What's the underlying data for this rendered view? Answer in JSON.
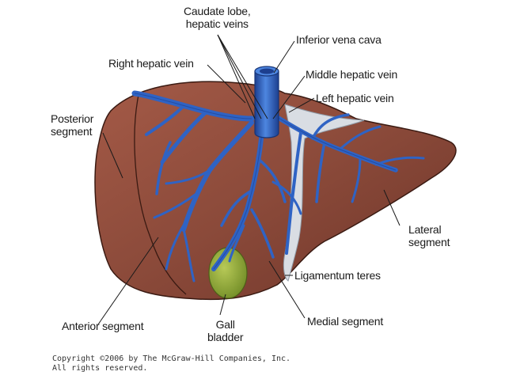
{
  "labels": {
    "caudate_lobe_line1": "Caudate lobe,",
    "caudate_lobe_line2": "hepatic veins",
    "inferior_vena_cava": "Inferior vena cava",
    "right_hepatic_vein": "Right hepatic vein",
    "middle_hepatic_vein": "Middle hepatic vein",
    "left_hepatic_vein": "Left hepatic vein",
    "posterior_segment_line1": "Posterior",
    "posterior_segment_line2": "segment",
    "lateral_segment_line1": "Lateral",
    "lateral_segment_line2": "segment",
    "ligamentum_teres": "Ligamentum teres",
    "medial_segment": "Medial segment",
    "anterior_segment": "Anterior segment",
    "gall_bladder_line1": "Gall",
    "gall_bladder_line2": "bladder"
  },
  "copyright": {
    "line1": "Copyright ©2006 by The McGraw-Hill Companies, Inc.",
    "line2": "All rights reserved."
  },
  "colors": {
    "liver": "#8b4a3a",
    "liver_shade": "#6e3529",
    "vein": "#2f63c4",
    "vein_dark": "#1d3f8f",
    "gallbladder": "#8fa63a",
    "ligament": "#d9dde3"
  }
}
